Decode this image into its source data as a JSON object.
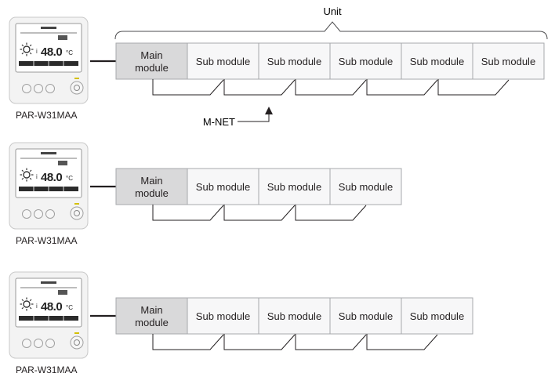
{
  "unit_label": "Unit",
  "mnet_label": "M-NET",
  "main_module_line1": "Main",
  "main_module_line2": "module",
  "sub_module_label": "Sub module",
  "controller": {
    "model": "PAR-W31MAA",
    "temp_digits": "48.0",
    "temp_unit": "°C"
  },
  "rows": [
    {
      "sub_module_count": 5
    },
    {
      "sub_module_count": 3
    },
    {
      "sub_module_count": 4
    }
  ]
}
